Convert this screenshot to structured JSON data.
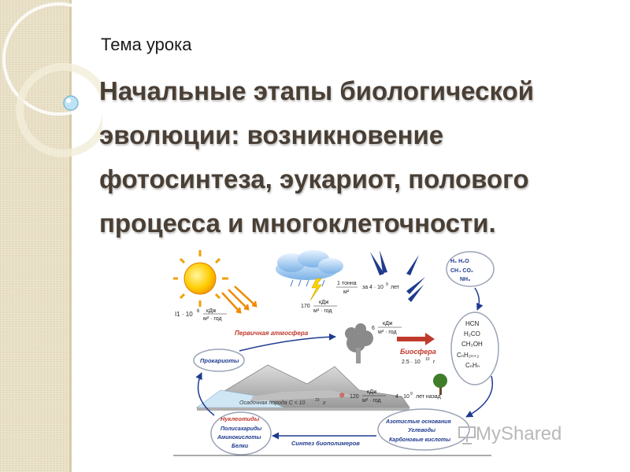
{
  "slide": {
    "subtitle": "Тема урока",
    "title_lines": [
      "Начальные этапы биологической",
      "эволюции: возникновение",
      "фотосинтеза, эукариот, полового",
      "процесса и многоклеточности."
    ]
  },
  "diagram": {
    "sun_energy": "I1 · 10",
    "sun_energy_exp": "6",
    "sun_unit_top": "кДж",
    "sun_unit_bottom": "м² · год",
    "cloud_mass_num": "1",
    "cloud_mass_word": "тонна",
    "cloud_mass_den": "м²",
    "cloud_time": "за 4 · 10",
    "cloud_time_exp": "9",
    "cloud_time_unit": "лет",
    "lightning_energy": "170",
    "lightning_unit_top": "кДж",
    "lightning_unit_bottom": "м² · год",
    "volcano_energy": "6",
    "volcano_unit_top": "кДж",
    "volcano_unit_bottom": "м² · год",
    "primary_atmosphere": "Первичная атмосфера",
    "biosphere": "Биосфера",
    "biosphere_time": "2.5 · 10",
    "biosphere_time_exp": "10",
    "biosphere_time_unit": "г",
    "prokaryotes": "Прокариоты",
    "sediment": "Осадочная порода С < 10",
    "sediment_exp": "23",
    "sediment_unit": "г",
    "heat_energy": "120",
    "heat_unit_top": "кДж",
    "heat_unit_bottom": "м² · год",
    "age": "4 · 10",
    "age_exp": "9",
    "age_unit": "лет назад",
    "gases": [
      "H₂ H₂O",
      "CH₄  CO₂",
      "NH₃"
    ],
    "organics": [
      "HCN",
      "H₂CO",
      "CH₃OH",
      "CₙH₂ₙ₊₂",
      "CₙHₙ"
    ],
    "monomers": [
      "Азотистые основания",
      "Углеводы",
      "Карбоновые кислоты"
    ],
    "biopolymer_synthesis": "Синтез биополимеров",
    "polymers": [
      "Нуклеотиды",
      "Полисахариды",
      "Аминокислоты",
      "Белки"
    ]
  },
  "watermark": {
    "text": "MyShared"
  },
  "colors": {
    "title": "#4a3f35",
    "side_band": "#e8dfc5",
    "label_red": "#c0392b",
    "arrow_blue": "#1f3b8f"
  }
}
